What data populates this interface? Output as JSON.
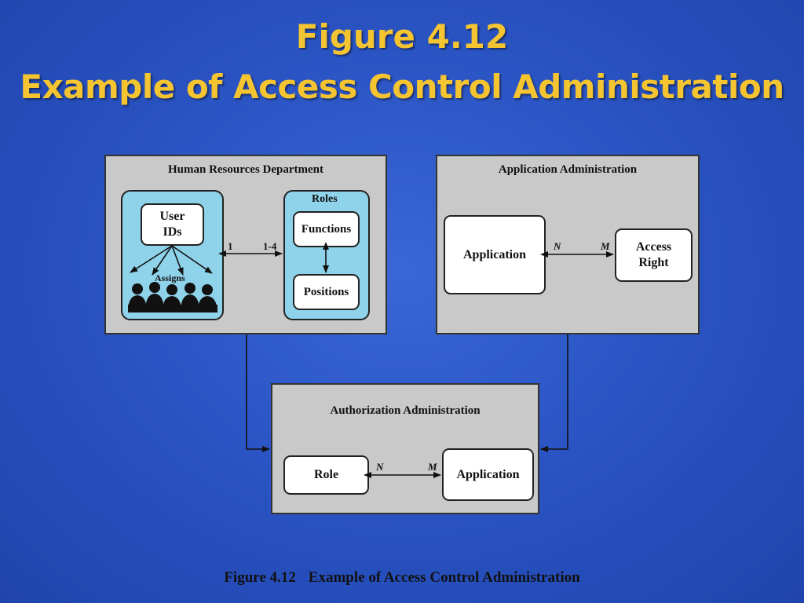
{
  "slide": {
    "title_line1": "Figure 4.12",
    "title_line2": "Example of Access Control Administration"
  },
  "hr": {
    "title": "Human Resources Department",
    "user_ids": "User\nIDs",
    "assigns": "Assigns",
    "roles_label": "Roles",
    "functions": "Functions",
    "positions": "Positions",
    "card_left": "1",
    "card_right": "1-4"
  },
  "app_admin": {
    "title": "Application Administration",
    "application": "Application",
    "access_right": "Access\nRight",
    "card_n": "N",
    "card_m": "M"
  },
  "auth_admin": {
    "title": "Authorization Administration",
    "role": "Role",
    "application": "Application",
    "card_n": "N",
    "card_m": "M"
  },
  "caption": {
    "number": "Figure 4.12",
    "text": "Example of Access Control Administration"
  }
}
